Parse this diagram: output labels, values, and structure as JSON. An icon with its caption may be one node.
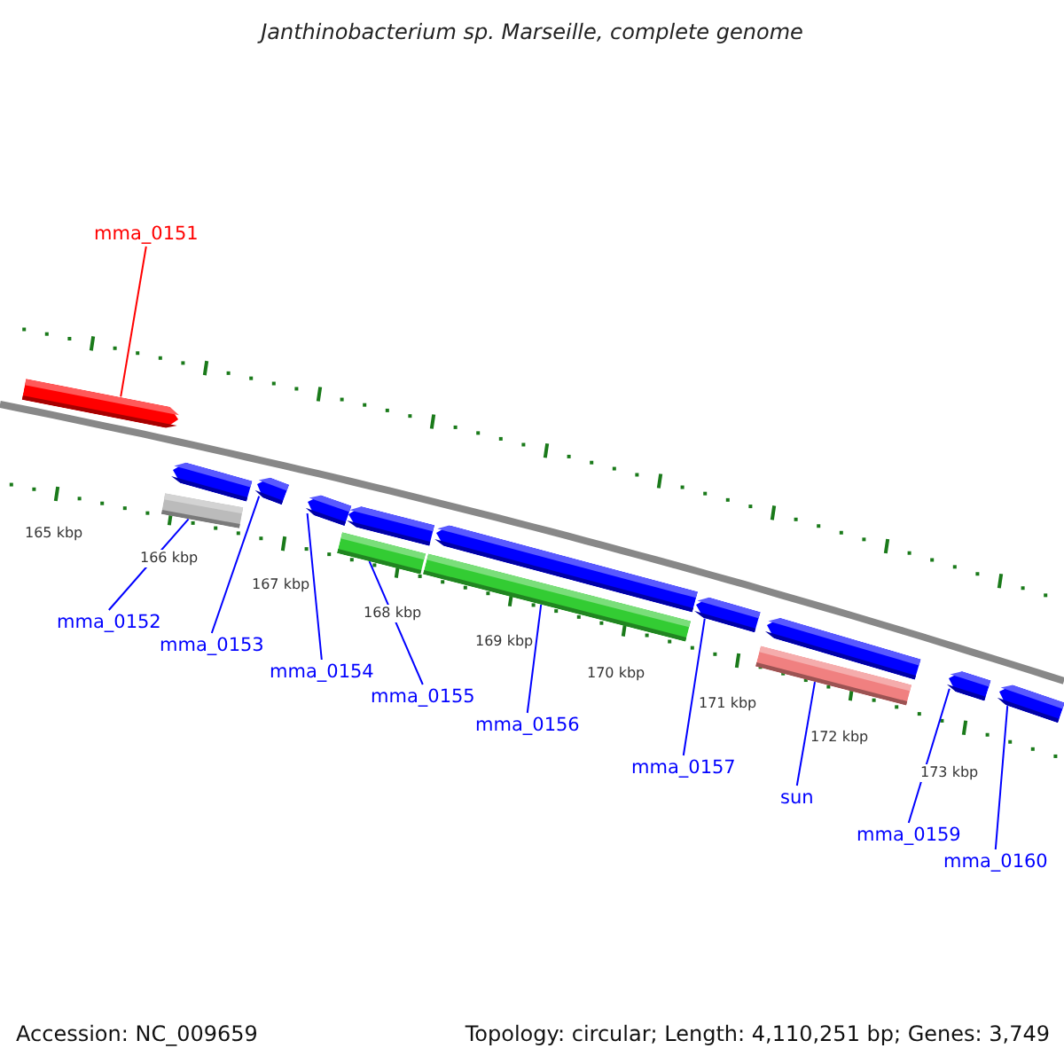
{
  "diagram": {
    "title": "Janthinobacterium sp. Marseille, complete genome",
    "nodes": [
      {
        "text": [
          "mma_0151"
        ]
      },
      {
        "text": [],
        "shape": "bar"
      },
      {
        "text": [],
        "shape": "bar"
      },
      {
        "text": [],
        "shape": "bar"
      },
      {
        "text": [],
        "shape": "bar"
      },
      {
        "text": [],
        "shape": "bar"
      },
      {
        "text": [],
        "shape": "bar"
      },
      {
        "text": [],
        "shape": "bar"
      },
      {
        "text": [],
        "shape": "bar"
      },
      {
        "text": [],
        "shape": "bar"
      },
      {
        "text": [],
        "shape": "bar"
      },
      {
        "text": [],
        "shape": "bar"
      },
      {
        "text": [],
        "shape": "bar"
      },
      {
        "text": [],
        "shape": "bar"
      },
      {
        "text": [],
        "shape": "bar"
      },
      {
        "text": [
          "mma_0152"
        ]
      },
      {
        "text": [
          "mma_0153"
        ]
      },
      {
        "text": [
          "mma_0154"
        ]
      },
      {
        "text": [
          "mma_0155"
        ]
      },
      {
        "text": [
          "mma_0156"
        ]
      },
      {
        "text": [
          "mma_0157"
        ]
      },
      {
        "text": [
          "sun"
        ]
      },
      {
        "text": [
          "mma_0159"
        ]
      },
      {
        "text": [
          "mma_0160"
        ]
      }
    ],
    "edges": [
      {
        "from": 0,
        "to": 1,
        "arrow": "none",
        "color": "#ff0000"
      },
      {
        "from": 15,
        "to": 3,
        "arrow": "none"
      },
      {
        "from": 16,
        "to": 4,
        "arrow": "none"
      },
      {
        "from": 17,
        "to": 5,
        "arrow": "none"
      },
      {
        "from": 18,
        "to": 7,
        "arrow": "none"
      },
      {
        "from": 19,
        "to": 9,
        "arrow": "none"
      },
      {
        "from": 20,
        "to": 10,
        "arrow": "none"
      },
      {
        "from": 21,
        "to": 12,
        "arrow": "none"
      },
      {
        "from": 22,
        "to": 13,
        "arrow": "none"
      },
      {
        "from": 23,
        "to": 14,
        "arrow": "none"
      }
    ],
    "labels": [
      "165 kbp",
      "166 kbp",
      "167 kbp",
      "168 kbp",
      "169 kbp",
      "170 kbp",
      "171 kbp",
      "172 kbp",
      "173 kbp",
      "Accession: NC_009659",
      "Topology: circular; Length: 4,110,251 bp; Genes: 3,749"
    ]
  }
}
